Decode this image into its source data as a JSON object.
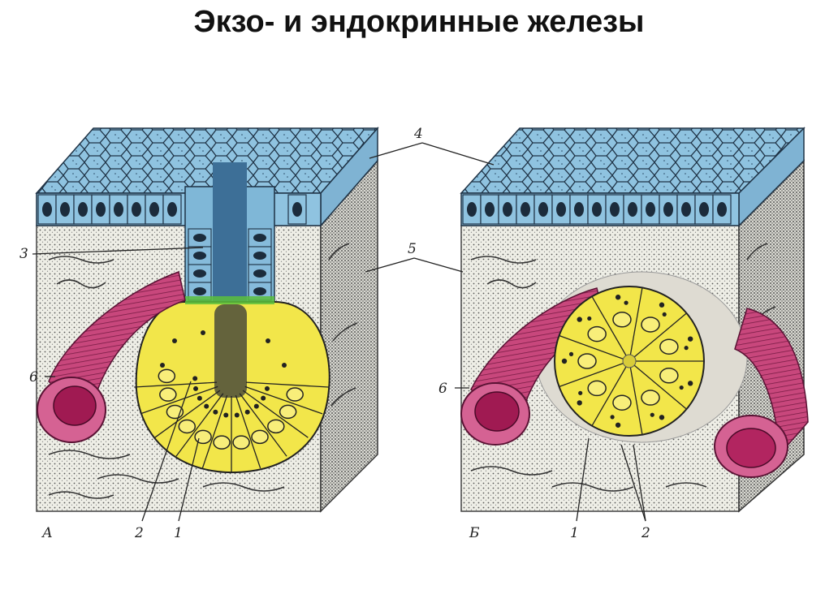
{
  "title": "Экзо- и эндокринные железы",
  "panels": [
    {
      "letter": "А"
    },
    {
      "letter": "Б"
    }
  ],
  "labels": {
    "l1a": "1",
    "l2a": "2",
    "l3": "3",
    "l4": "4",
    "l5": "5",
    "l6a": "6",
    "l6b": "6",
    "l1b": "1",
    "l2b": "2"
  },
  "colors": {
    "epithelium": "#8ec0de",
    "cell_border": "#1d2b3a",
    "gland": "#f2e64a",
    "vessel": "#c7457a",
    "vessel_lumen": "#b9245f",
    "connective": "#eeeee8",
    "duct_junction": "#5bbf3c"
  }
}
